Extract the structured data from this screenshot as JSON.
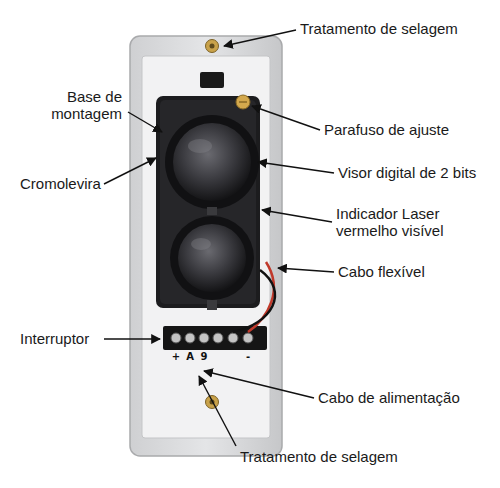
{
  "diagram": {
    "labels": [
      "Tratamento de selagem",
      "Base de montagem",
      "Parafuso de ajuste",
      "Cromolevira",
      "Visor digital de 2 bits",
      "Indicador Laser vermelho visível",
      "Cabo flexível",
      "Interruptor",
      "Cabo de alimentação",
      "Tratamento de selagem",
      "+",
      "A",
      "9",
      "-"
    ]
  }
}
